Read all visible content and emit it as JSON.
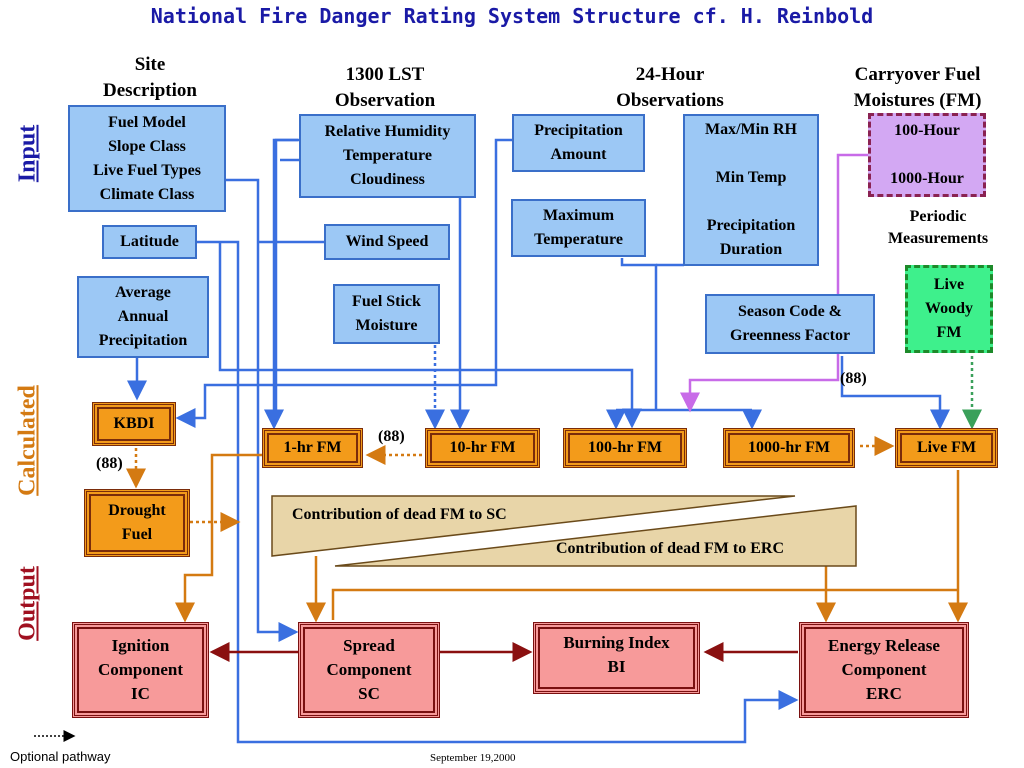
{
  "title": "National Fire Danger Rating System Structure cf. H. Reinbold",
  "headers": {
    "site": "Site\nDescription",
    "obs1300": "1300 LST\nObservation",
    "obs24": "24-Hour\nObservations",
    "carryover": "Carryover Fuel\nMoistures (FM)"
  },
  "side_labels": {
    "input": "Input",
    "calculated": "Calculated",
    "output": "Output"
  },
  "boxes": {
    "fuel_model": "Fuel Model\nSlope Class\nLive Fuel Types\nClimate Class",
    "latitude": "Latitude",
    "avg_precip": "Average\nAnnual\nPrecipitation",
    "rh": "Relative Humidity\nTemperature\nCloudiness",
    "wind": "Wind Speed",
    "stick": "Fuel Stick\nMoisture",
    "precip_amount": "Precipitation\nAmount",
    "max_temp": "Maximum\nTemperature",
    "maxmin": "Max/Min RH\n\nMin Temp\n\nPrecipitation\nDuration",
    "carry": "100-Hour\n\n1000-Hour",
    "season": "Season Code &\nGreenness Factor",
    "live_woody": "Live\nWoody\nFM",
    "kbdi": "KBDI",
    "drought": "Drought\nFuel",
    "fm1": "1-hr FM",
    "fm10": "10-hr FM",
    "fm100": "100-hr FM",
    "fm1000": "1000-hr FM",
    "livefm": "Live FM",
    "ic": "Ignition\nComponent\nIC",
    "sc": "Spread\nComponent\nSC",
    "bi": "Burning Index\nBI",
    "erc": "Energy Release\nComponent\nERC"
  },
  "labels": {
    "periodic": "Periodic\nMeasurements",
    "l88_kbdi": "(88)",
    "l88_fm": "(88)",
    "l88_live": "(88)",
    "wedge_sc": "Contribution of dead FM to SC",
    "wedge_erc": "Contribution of dead FM to ERC"
  },
  "footer": {
    "optional": "Optional pathway",
    "date": "September 19,2000"
  },
  "colors": {
    "blue_line": "#3a6fe0",
    "orange_line": "#d47a12",
    "purple_line": "#c86be8",
    "green_line": "#3aa05a",
    "maroon_line": "#8a1010"
  }
}
